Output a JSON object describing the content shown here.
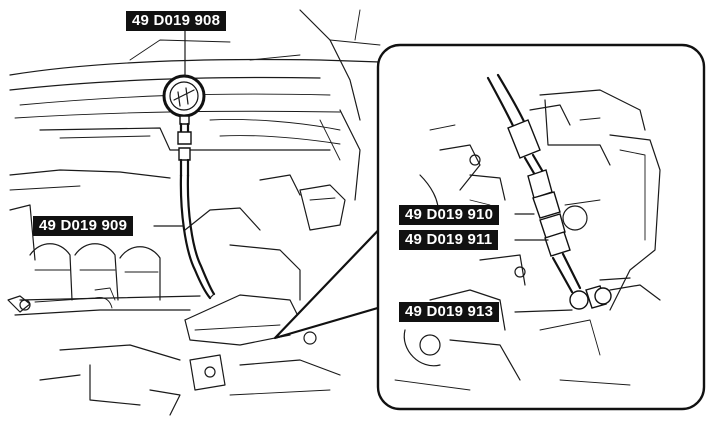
{
  "labels": {
    "gauge": "49 D019 908",
    "hose": "49 D019 909",
    "adapter_a": "49 D019 910",
    "adapter_b": "49 D019 911",
    "fitting": "49 D019 913"
  },
  "colors": {
    "label_bg": "#111111",
    "label_text": "#ffffff",
    "line": "#1a1a1a",
    "background": "#ffffff"
  }
}
